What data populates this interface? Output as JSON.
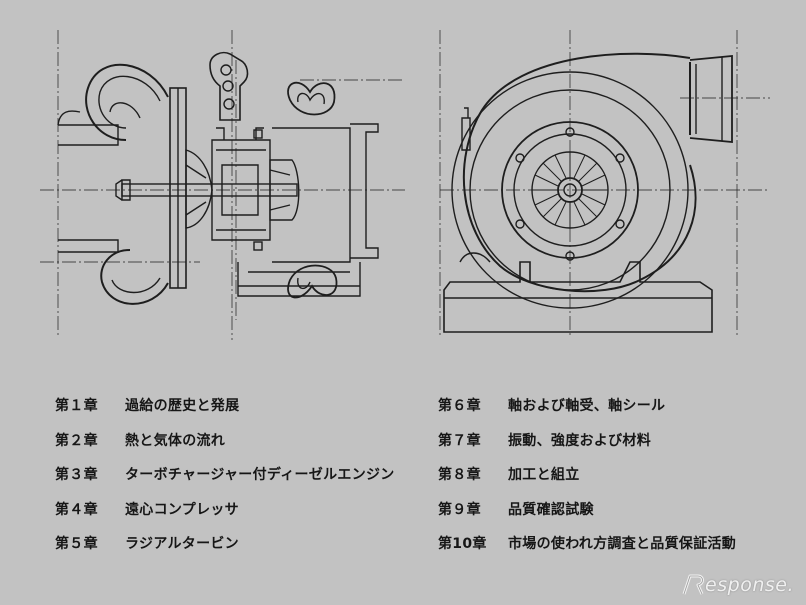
{
  "toc": {
    "left": [
      {
        "num": "第１章",
        "title": "過給の歴史と発展"
      },
      {
        "num": "第２章",
        "title": "熱と気体の流れ"
      },
      {
        "num": "第３章",
        "title": "ターボチャージャー付ディーゼルエンジン"
      },
      {
        "num": "第４章",
        "title": "遠心コンプレッサ"
      },
      {
        "num": "第５章",
        "title": "ラジアルタービン"
      }
    ],
    "right": [
      {
        "num": "第６章",
        "title": "軸および軸受、軸シール"
      },
      {
        "num": "第７章",
        "title": "振動、強度および材料"
      },
      {
        "num": "第８章",
        "title": "加工と組立"
      },
      {
        "num": "第９章",
        "title": "品質確認試験"
      },
      {
        "num": "第10章",
        "title": "市場の使われ方調査と品質保証活動"
      }
    ]
  },
  "watermark": {
    "text": "esponse."
  },
  "colors": {
    "background": "#c2c2c2",
    "line": "#1e1e1e"
  }
}
